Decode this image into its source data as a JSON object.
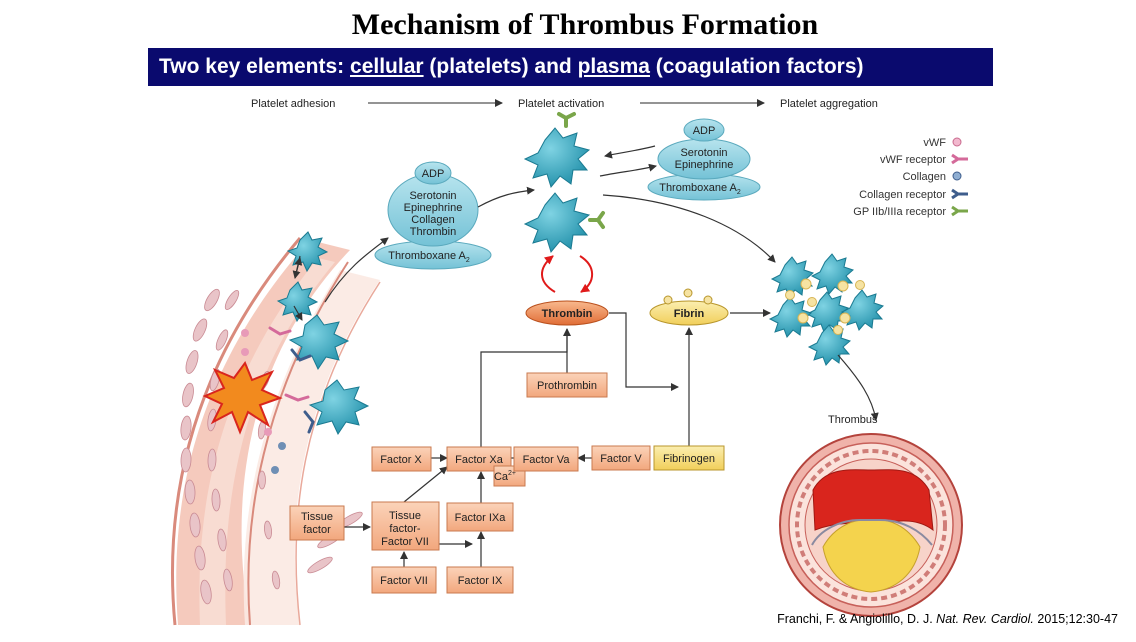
{
  "slide": {
    "title": "Mechanism of Thrombus Formation",
    "banner": {
      "prefix": "Two key elements: ",
      "term1": "cellular",
      "mid": " (platelets) and ",
      "term2": "plasma",
      "suffix": " (coagulation factors)"
    },
    "citation": {
      "authors": "Franchi, F. & Angiolillo, D. J. ",
      "journal": "Nat. Rev. Cardiol.",
      "ref": " 2015;12:30-47"
    }
  },
  "diagram": {
    "stages": [
      "Platelet adhesion",
      "Platelet activation",
      "Platelet aggregation"
    ],
    "legend": [
      {
        "label": "vWF",
        "color": "#e89ab8",
        "icon": "vwf-dot"
      },
      {
        "label": "vWF receptor",
        "color": "#d46a9a",
        "icon": "vwf-receptor-y"
      },
      {
        "label": "Collagen",
        "color": "#6f8fb5",
        "icon": "collagen-dot"
      },
      {
        "label": "Collagen receptor",
        "color": "#3e5d8c",
        "icon": "collagen-receptor-y"
      },
      {
        "label": "GP IIb/IIIa receptor",
        "color": "#7aa64a",
        "icon": "gp-receptor-y"
      }
    ],
    "mediators_left": {
      "top": "ADP",
      "middle": [
        "Serotonin",
        "Epinephrine",
        "Collagen",
        "Thrombin"
      ],
      "base": "Thromboxane A",
      "base_sub": "2"
    },
    "mediators_right": {
      "top": "ADP",
      "middle": [
        "Serotonin",
        "Epinephrine"
      ],
      "base": "Thromboxane A",
      "base_sub": "2"
    },
    "nodes": {
      "thrombin": "Thrombin",
      "fibrin": "Fibrin",
      "prothrombin": "Prothrombin",
      "factor_x": "Factor X",
      "factor_xa": "Factor Xa",
      "factor_va": "Factor Va",
      "factor_v": "Factor V",
      "fibrinogen": "Fibrinogen",
      "ca_base": "Ca",
      "ca_sup": "2+",
      "tissue_factor": [
        "Tissue",
        "factor"
      ],
      "tf_vii": [
        "Tissue",
        "factor-",
        "Factor VII"
      ],
      "factor_ixa": "Factor IXa",
      "factor_vii": "Factor VII",
      "factor_ix": "Factor IX"
    },
    "thrombus_label": "Thrombus",
    "colors": {
      "platelet": "#3aa9c2",
      "mediator": "#8fd0df",
      "factor_box": "#f6b894",
      "fibrin_yellow": "#f3dc7a",
      "thrombin_orange": "#ec8a55",
      "vessel_red": "#d9251d",
      "banner_navy": "#0a0a6e"
    }
  }
}
